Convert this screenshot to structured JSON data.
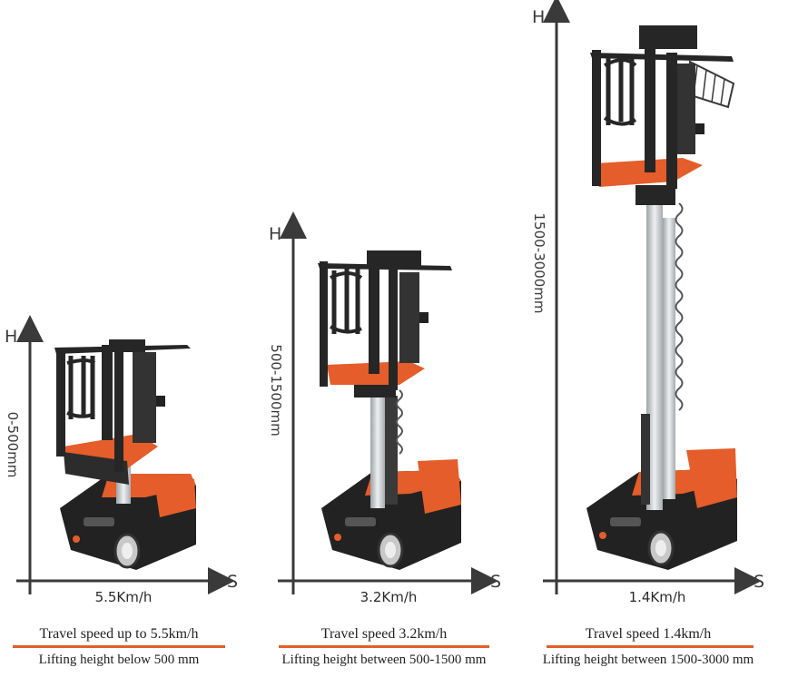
{
  "colors": {
    "accent": "#e45d2a",
    "frame": "#262626",
    "mast": "#cfd3d6",
    "axis": "#3a3a3a"
  },
  "panels": [
    {
      "h_label": "H",
      "s_label": "S",
      "range_label": "0-500mm",
      "speed_label": "5.5Km/h",
      "caption_speed": "Travel speed up to 5.5km/h",
      "caption_height": "Lifting height below 500 mm"
    },
    {
      "h_label": "H",
      "s_label": "S",
      "range_label": "500-1500mm",
      "speed_label": "3.2Km/h",
      "caption_speed": "Travel speed 3.2km/h",
      "caption_height": "Lifting height between 500-1500 mm"
    },
    {
      "h_label": "H",
      "s_label": "S",
      "range_label": "1500-3000mm",
      "speed_label": "1.4Km/h",
      "caption_speed": "Travel speed 1.4km/h",
      "caption_height": "Lifting height between  1500-3000 mm"
    }
  ]
}
